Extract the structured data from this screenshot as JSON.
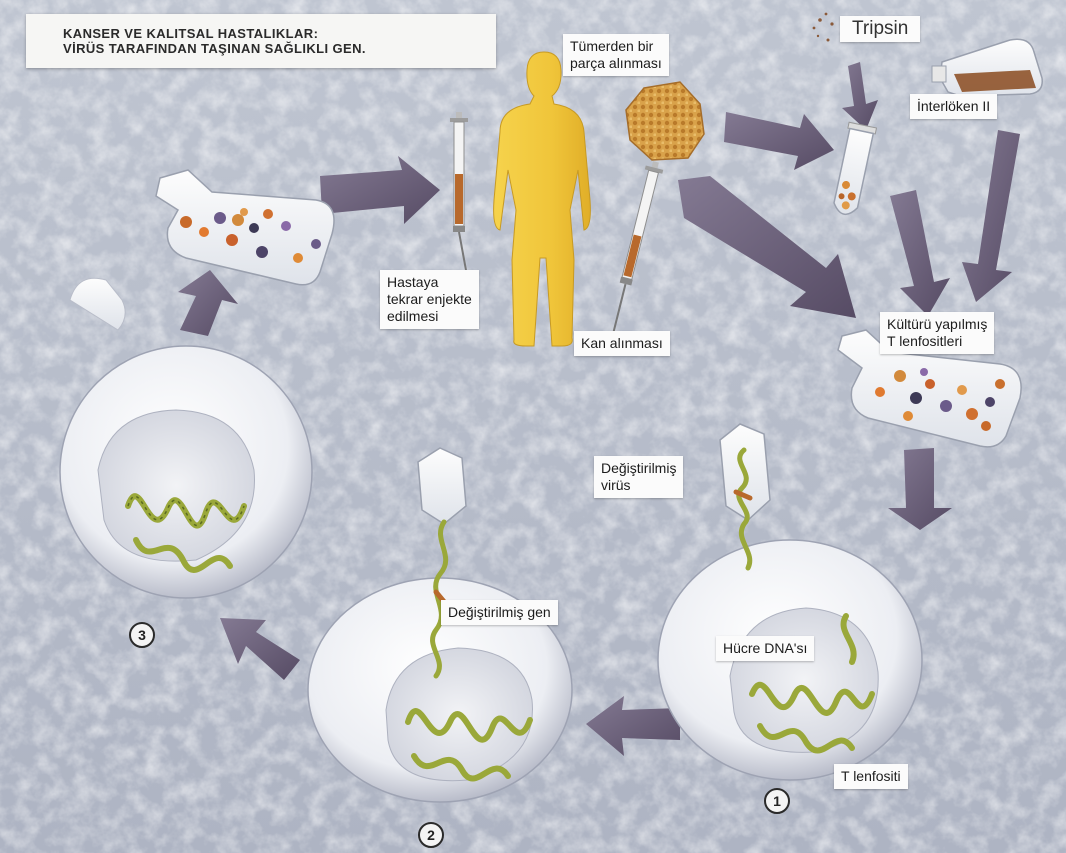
{
  "title": {
    "line1": "KANSER VE KALITSAL HASTALIKLAR:",
    "line2": "VİRÜS TARAFINDAN TAŞINAN SAĞLIKLI GEN."
  },
  "labels": {
    "tripsin": "Tripsin",
    "tumor_line1": "Tümerden bir",
    "tumor_line2": "parça alınması",
    "interleukin": "İnterlöken II",
    "reinject_line1": "Hastaya",
    "reinject_line2": "tekrar enjekte",
    "reinject_line3": "edilmesi",
    "blood": "Kan alınması",
    "cultured_line1": "Kültürü yapılmış",
    "cultured_line2": "T lenfositleri",
    "modified_virus_line1": "Değiştirilmiş",
    "modified_virus_line2": "virüs",
    "modified_gene": "Değiştirilmiş gen",
    "cell_dna": "Hücre DNA'sı",
    "t_lymphocyte": "T lenfositi"
  },
  "steps": [
    "1",
    "2",
    "3"
  ],
  "colors": {
    "arrow": "#6a5f78",
    "human": "#f0c63c",
    "dna": "#9aa83a",
    "cell": "#f3f3f6",
    "tumor": "#d9a24a"
  }
}
